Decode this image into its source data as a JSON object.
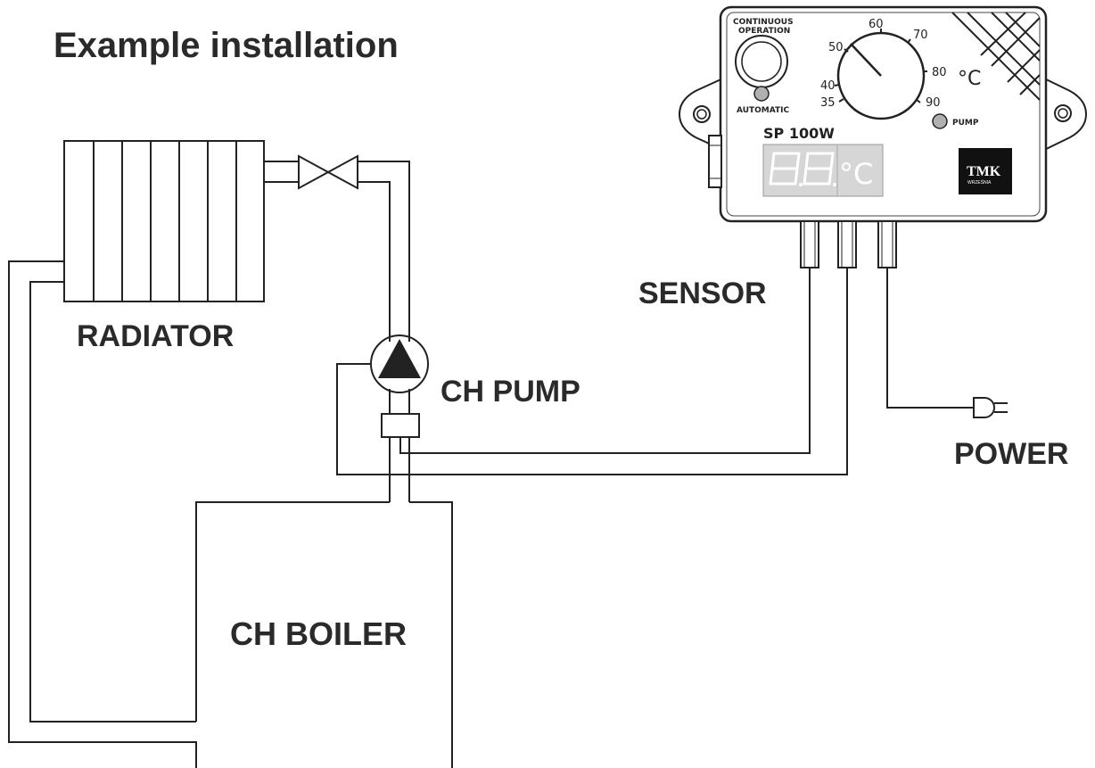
{
  "title": "Example installation",
  "labels": {
    "radiator": "RADIATOR",
    "ch_pump": "CH PUMP",
    "ch_boiler": "CH BOILER",
    "sensor": "SENSOR",
    "power": "POWER"
  },
  "controller": {
    "model": "SP 100W",
    "continuous_line1": "CONTINUOUS",
    "continuous_line2": "OPERATION",
    "automatic": "AUTOMATIC",
    "pump": "PUMP",
    "unit": "°C",
    "display_unit": "°C",
    "dial_ticks": [
      "35",
      "40",
      "50",
      "60",
      "70",
      "80",
      "90"
    ],
    "logo": "TMK",
    "logo_sub": "WRZEŚNIA"
  },
  "colors": {
    "line": "#222222",
    "display_bg": "#d4d4d4",
    "indicator": "#b0b0b0"
  }
}
